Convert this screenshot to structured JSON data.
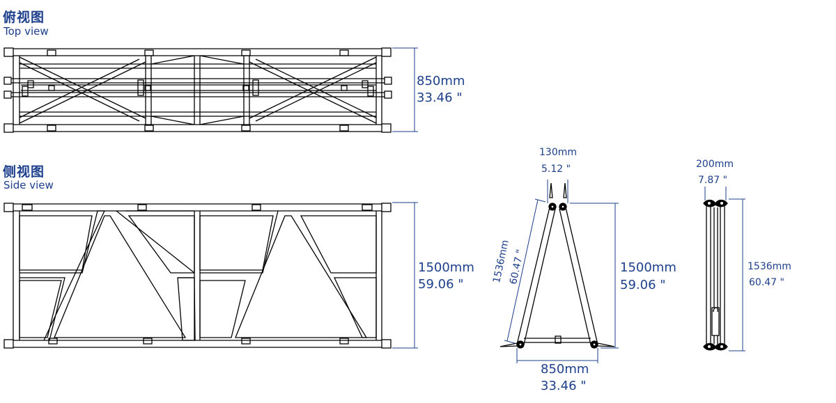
{
  "top_view": {
    "title_cn": "俯视图",
    "title_en": "Top view",
    "width_mm": "850mm",
    "width_in": "33.46 \""
  },
  "side_view": {
    "title_cn": "侧视图",
    "title_en": "Side view",
    "height_mm": "1500mm",
    "height_in": "59.06 \""
  },
  "front_view": {
    "top_mm": "130mm",
    "top_in": "5.12 \"",
    "slant_mm": "1536mm",
    "slant_in": "60.47 \"",
    "height_mm": "1500mm",
    "height_in": "59.06 \"",
    "base_mm": "850mm",
    "base_in": "33.46 \""
  },
  "folded_view": {
    "width_mm": "200mm",
    "width_in": "7.87 \"",
    "height_mm": "1536mm",
    "height_in": "60.47 \""
  },
  "colors": {
    "line": "#000000",
    "dimension": "#1d3f8c"
  }
}
